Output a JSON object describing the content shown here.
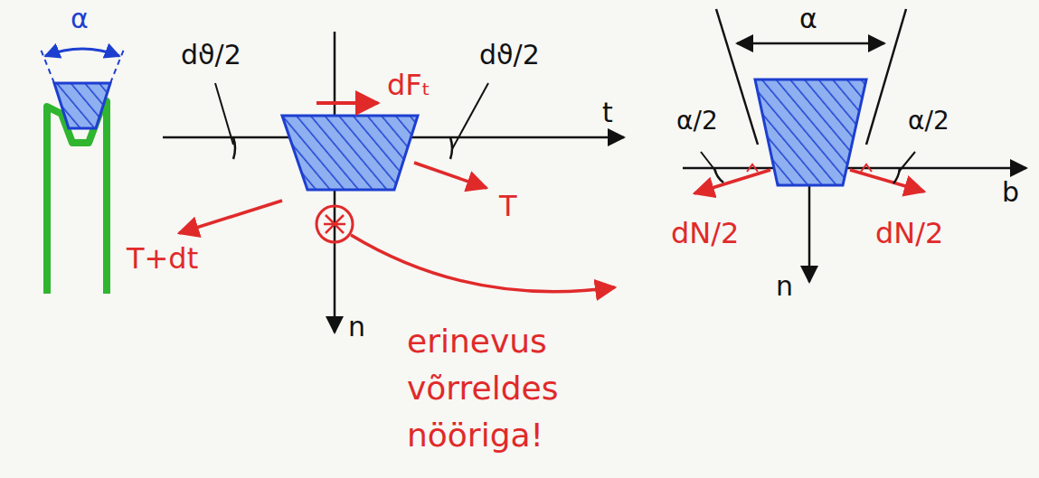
{
  "diagram": {
    "labels": [
      "α",
      "dϑ/2",
      "dFₜ",
      "dϑ/2",
      "t",
      "T+dt",
      "T",
      "n",
      "erinevus võrreldes nööriga!",
      "α",
      "α/2",
      "α/2",
      "b",
      "dN/2",
      "dN/2",
      "n"
    ]
  }
}
